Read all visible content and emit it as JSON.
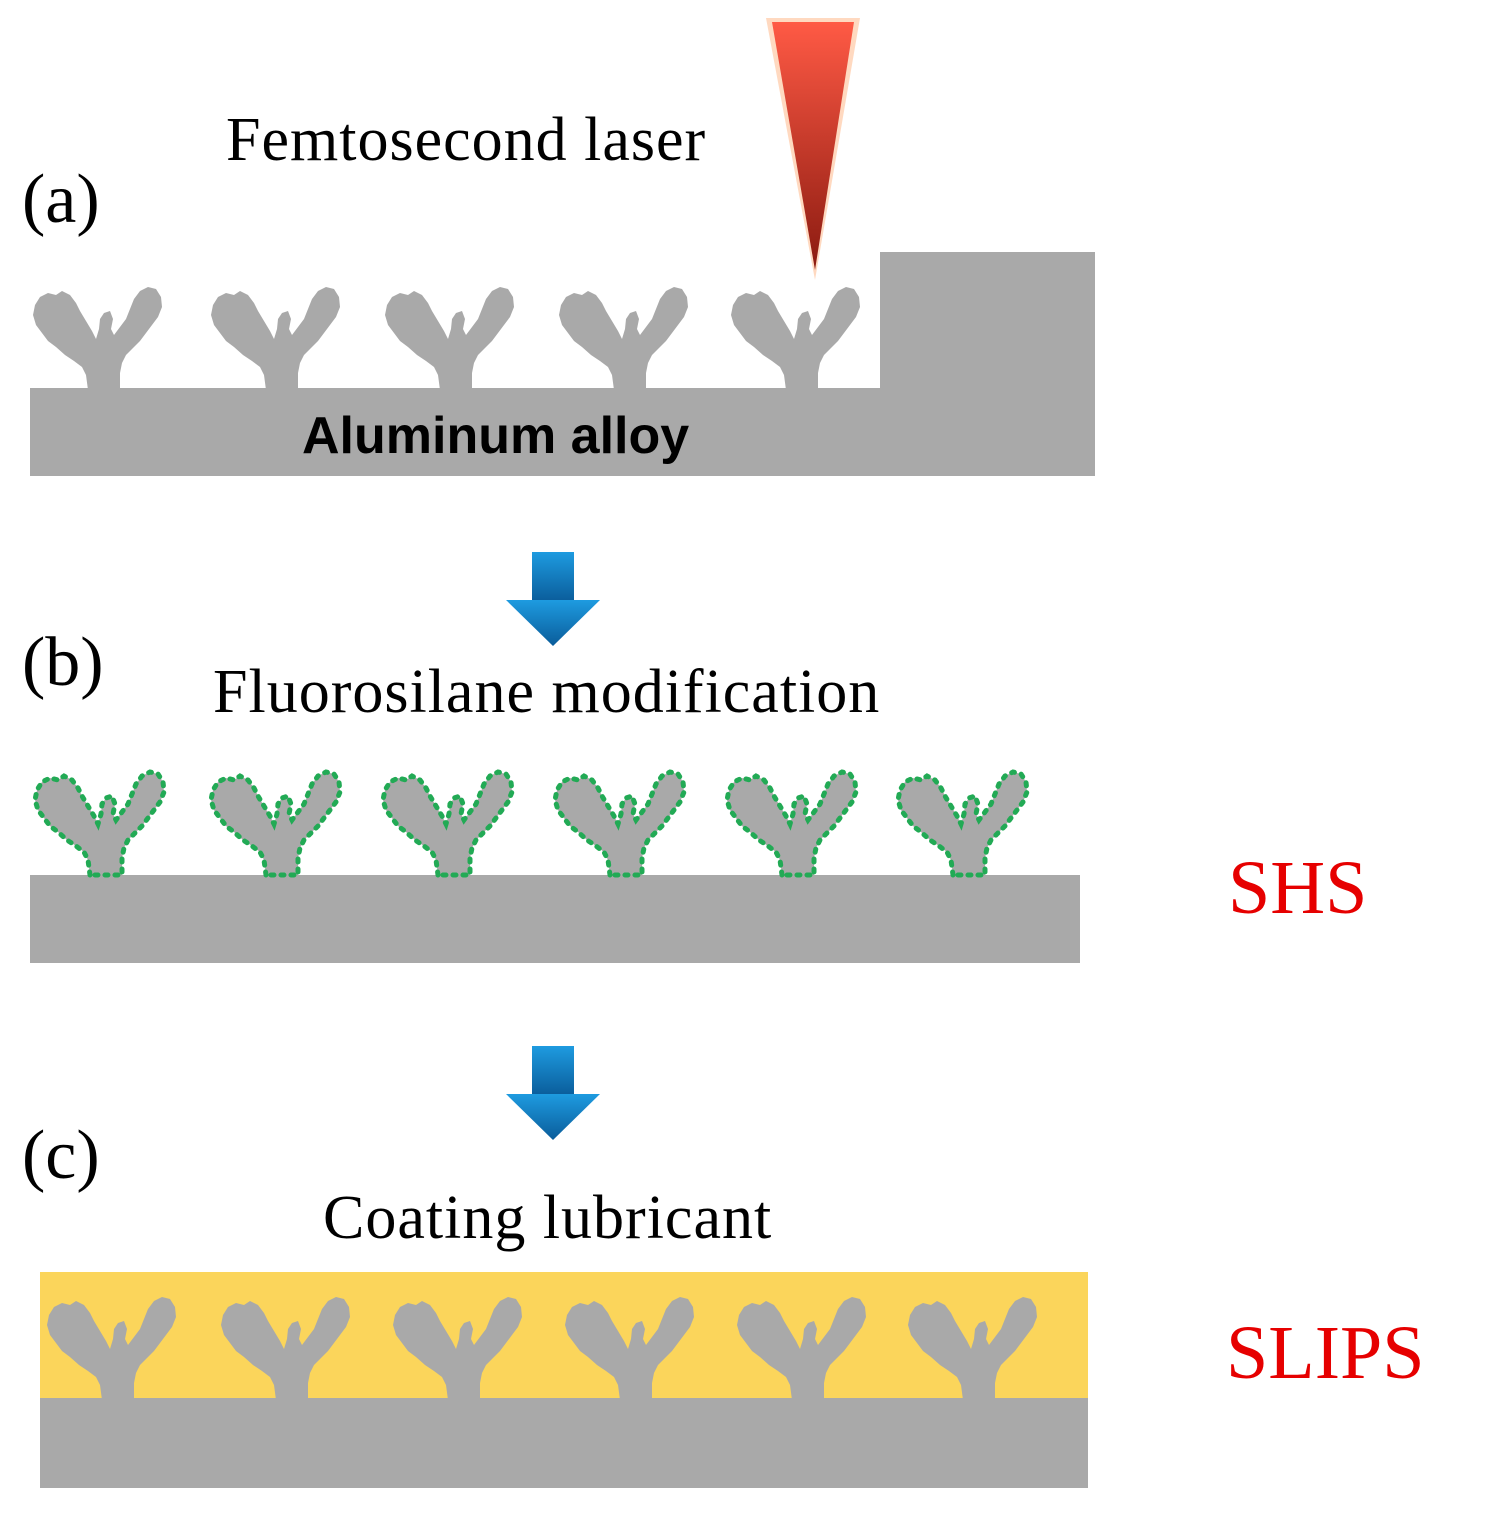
{
  "panels": [
    {
      "letter": "(a)",
      "step": "Femtosecond laser",
      "substrate_label": "Aluminum alloy"
    },
    {
      "letter": "(b)",
      "step": "Fluorosilane modification",
      "result": "SHS"
    },
    {
      "letter": "(c)",
      "step": "Coating lubricant",
      "result": "SLIPS"
    }
  ],
  "colors": {
    "substrate": "#a9a9a9",
    "fluorosilane_dots": "#22aa55",
    "lubricant": "#fbd55b",
    "result_text": "#e60000",
    "arrow": "#1b87cf",
    "laser": "#e8452a"
  },
  "icons": [
    "down-arrow-icon",
    "laser-beam-icon"
  ]
}
